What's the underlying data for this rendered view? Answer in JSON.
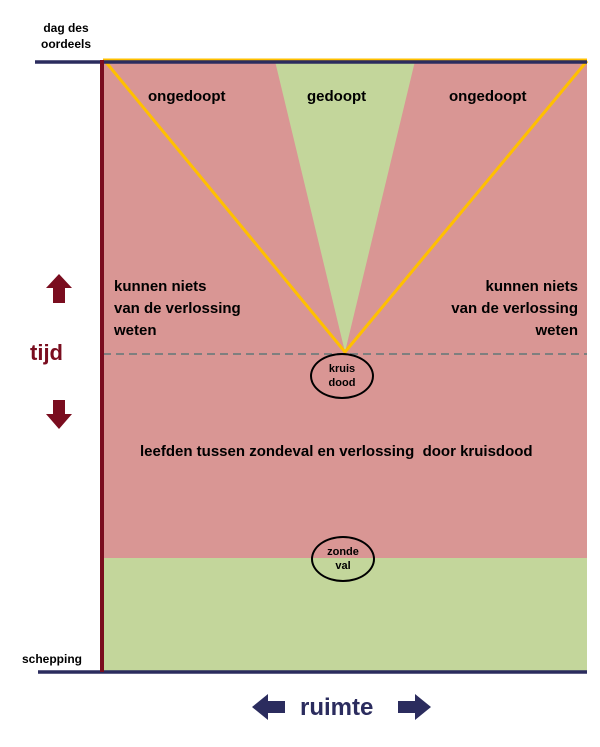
{
  "labels": {
    "doomsday_line1": "dag des",
    "doomsday_line2": "oordeels",
    "creation": "schepping",
    "time": "tijd",
    "space": "ruimte"
  },
  "regions": {
    "unbaptized_left": "ongedoopt",
    "baptized": "gedoopt",
    "unbaptized_right": "ongedoopt",
    "cannot_know_left": [
      "kunnen niets",
      "van de verlossing",
      "weten"
    ],
    "cannot_know_right": [
      "kunnen niets",
      "van de verlossing",
      "weten"
    ],
    "suffering": "leefden tussen zondeval en verlossing  door kruisdood"
  },
  "events": {
    "crucifixion": [
      "kruis",
      "dood"
    ],
    "fall": [
      "zonde",
      "val"
    ]
  },
  "colors": {
    "red_region": "#d99694",
    "green_region": "#c3d69b",
    "timeline": "#7a0d1f",
    "baseline": "#2b2c5e",
    "cone": "#ffc000",
    "dashed": "#7f7f7f"
  }
}
